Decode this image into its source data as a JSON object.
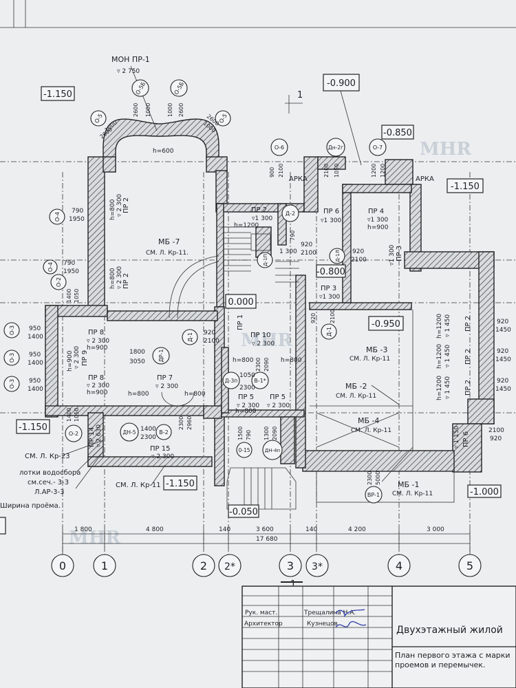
{
  "levels": {
    "l_1150_tl": "-1.150",
    "l_0900": "-0.900",
    "l_0850": "-0.850",
    "l_1150_r": "-1.150",
    "l_0800": "-0.800",
    "l_0000": "0.000",
    "l_0950": "-0.950",
    "l_1150_l": "-1.150",
    "l_1150_b": "-1.150",
    "l_0050": "-0.050",
    "l_1000": "-1.000"
  },
  "labels": {
    "mon": "МОН ПР-1",
    "mon_level": "▿ 2 750",
    "h600": "h=600",
    "o5b_1": "О-5Б",
    "o5b_2": "О-5Б",
    "o5_l": "О-5",
    "o5_r": "О-5",
    "n2600_1": "2600",
    "n1000_1": "1000",
    "n1000_2": "1000",
    "n2600_2": "2600",
    "n1000_3": "1000",
    "n2600_3": "2600",
    "n1000_4": "1000",
    "n2600_4": "2600",
    "o6": "О-6",
    "dn2g": "Дн-2г",
    "o7": "О-7",
    "arka1": "АРКА",
    "arka2": "АРКА",
    "n900": "900",
    "n2100_a": "2100",
    "n1050": "1050",
    "n1200_a": "1200",
    "n1200_b": "1200",
    "o4": "О-4",
    "n790_a": "790",
    "n1950_a": "1950",
    "n790_b": "790",
    "n1950_b": "1950",
    "pr2_a": "ПР 2",
    "pr2_a_lvl": "▿ 2 300",
    "pr2_a_h": "h=800",
    "pr2_b": "ПР 2",
    "pr2_b_lvl": "▿ 2 300",
    "pr2_b_h": "h=800",
    "mb7": "МБ -7",
    "mb7_sub": "СМ. Л. Кр-11.",
    "pr2_c": "ПР 2",
    "pr2_c_lvl": "▿1 300",
    "pr2_c_h": "h=1200",
    "d2": "Д-2",
    "d1p": "Д-1П",
    "d1p2": "Д-1Л",
    "pr6": "ПР 6",
    "pr6_lvl": "▿1 300",
    "pr4": "ПР 4",
    "pr4_lvl": "▿1 300",
    "pr4_h": "h=900",
    "pr3": "ПР 3",
    "pr3_lvl": "▿1 300",
    "n920_a": "920",
    "n2100_b": "2100",
    "n920_b": "920",
    "n2100_c": "2100",
    "n1300_a": "1 300",
    "n2100_d": "2100",
    "n790_c": "790",
    "pr3_b": "ПР 3",
    "pr3_b_lvl": "▿1 300",
    "n1400_a": "1400",
    "n1050_b": "1050",
    "o2_a": "О-2",
    "o3_a": "О-3",
    "o3_b": "О-3",
    "o3_c": "О-3",
    "n950_a": "950",
    "n1400_b": "1400",
    "n950_b": "950",
    "n1400_c": "1400",
    "n950_c": "950",
    "n1400_d": "1400",
    "pr8_a": "ПР 8",
    "pr8_a_lvl": "▿ 2 300",
    "pr8_a_h": "h=900",
    "pr9": "ПР 9",
    "pr9_lvl": "▿ 2 300",
    "pr9_h": "h=900",
    "pr8_b": "ПР 8",
    "pr8_b_lvl": "▿ 2 300",
    "pr8_b_h": "h=900",
    "n1800": "1800",
    "n3050": "3050",
    "dp1": "ДР-1",
    "pr7": "ПР 7",
    "pr7_lvl": "▿ 2 300",
    "h800_a": "h=800",
    "h800_b": "h=800",
    "d1": "Д-1",
    "n920_c": "920",
    "n2100_e": "2100",
    "pr1": "ПР 1",
    "pr1_lvl": "▿ 2 300",
    "pr10": "ПР 10",
    "pr10_lvl": "▿ 2 300",
    "h800_c": "h=800",
    "h800_d": "h=800",
    "n2300_a": "2300",
    "n2090_a": "2090",
    "n1050_c": "1050",
    "n2300_b": "2300",
    "d3p": "Д-3п",
    "v1": "В-1*",
    "pr5_a": "ПР 5",
    "pr5_a_lvl": "▿ 2 300",
    "pr5_a_h": "h=800",
    "pr5_b": "ПР 5",
    "pr5_b_lvl": "▿ 2 300",
    "d1_b": "Д-1",
    "n920_d": "920",
    "n2100_f": "2100",
    "mb3": "МБ -3",
    "mb3_sub": "СМ. Л. Кр-11",
    "mb2": "МБ -2",
    "mb2_sub": "СМ. Л. Кр-11",
    "mb4": "МБ -4",
    "mb4_sub": "СМ. Л. Кр-11",
    "mb1": "МБ -1",
    "mb1_sub": "СМ. Л. Кр-11",
    "pr2_r1": "ПР 2",
    "pr2_r1_lvl": "▿ 1 450",
    "pr2_r1_h": "h=1200",
    "pr2_r2": "ПР 2",
    "pr2_r2_lvl": "▿ 1 450",
    "pr2_r2_h": "h=1200",
    "pr2_r3": "ПР 2",
    "pr2_r3_lvl": "▿ 1 450",
    "pr2_r3_h": "h=1200",
    "n920_e": "920",
    "n1450_a": "1450",
    "n920_f": "920",
    "n1450_b": "1450",
    "n920_g": "920",
    "n1450_c": "1450",
    "pr6_b": "ПР 6",
    "pr6_b_lvl": "▿ 1 150",
    "n2100_g": "2100",
    "n920_h": "920",
    "vr1": "ВР-1",
    "n2300_c": "2300",
    "n5000": "5000",
    "n1400_e": "1400",
    "n1050_d": "1050",
    "o2_b": "О-2",
    "pr14": "ПР 14",
    "pr14_lvl": "▿ 2 630",
    "dn5": "ДН-5",
    "n1400_f": "1400",
    "n2300_d": "2300",
    "v2": "В-2",
    "n2300_e": "2300",
    "n2960": "2960",
    "pr15": "ПР 15",
    "pr15_lvl": "▿ 2 300",
    "n1500": "1500",
    "n790_d": "790",
    "o15": "0-15",
    "n1300_b": "1300",
    "n2090_b": "2090",
    "dn4p": "ДН-4п",
    "see_kr": "СМ. Л. Кр-23",
    "trays": "лотки водосбора",
    "see_sec": "см.сеч.- 3-3",
    "lar": "Л.АР-3-3",
    "see_kr11": "СМ. Л. Кр-11",
    "width": "Ширина проёма.",
    "sect_num": "1",
    "sect_num2": "1"
  },
  "dimensions": [
    "1 800",
    "4 800",
    "140",
    "3 600",
    "140",
    "4 200",
    "3 000"
  ],
  "total_dimension": "17 680",
  "axes": [
    "0",
    "1",
    "2",
    "2*",
    "3",
    "3*",
    "4",
    "5"
  ],
  "watermark": "MHR",
  "title_block": {
    "row1_role": "Рук. маст.",
    "row1_name": "Трещалина Н.А.",
    "row2_role": "Архитектор",
    "row2_name": "Кузнецов",
    "title": "Двухэтажный жилой",
    "subtitle_1": "План первого этажа с марки",
    "subtitle_2": "проемов и перемычек."
  }
}
